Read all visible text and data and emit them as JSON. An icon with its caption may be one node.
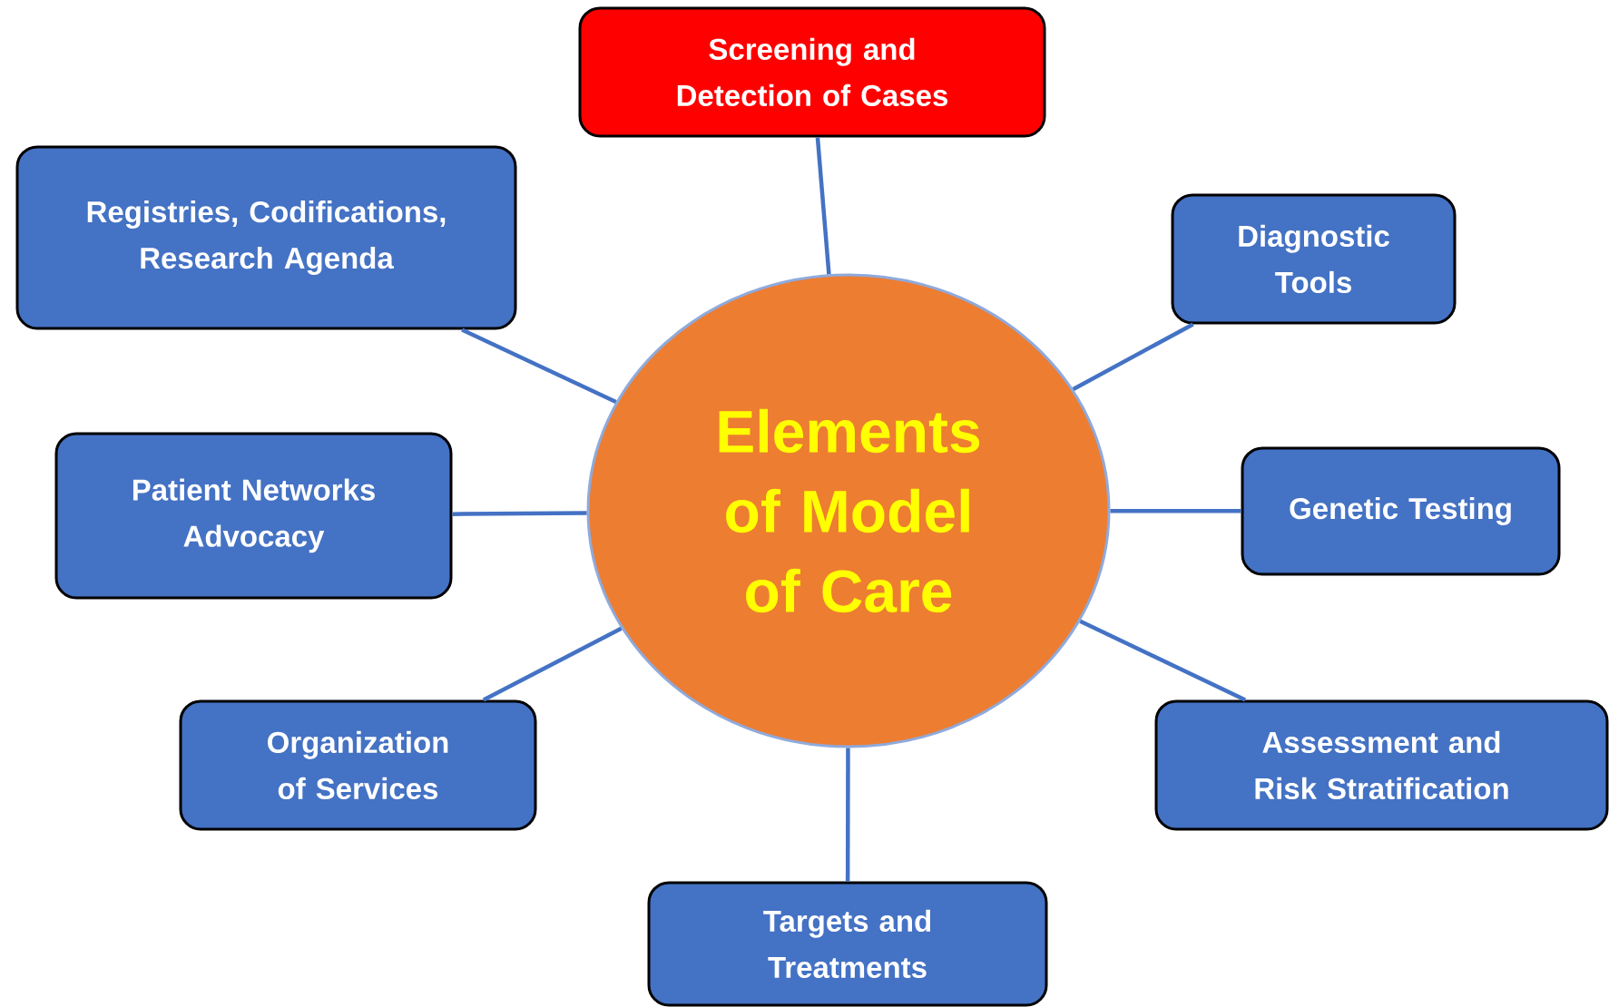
{
  "diagram": {
    "nodes": [
      {
        "text": [
          "Screening and Detection of Cases"
        ]
      },
      {
        "text": [
          "Registries, Codifications, Research Agenda"
        ]
      },
      {
        "text": [
          "Diagnostic Tools"
        ]
      },
      {
        "text": [
          "Elements of Model of Care"
        ]
      },
      {
        "text": [
          "Patient Networks Advocacy"
        ]
      },
      {
        "text": [
          "Genetic Testing"
        ]
      },
      {
        "text": [
          "Organization of Services"
        ]
      },
      {
        "text": [
          "Assessment and Risk Stratification"
        ]
      },
      {
        "text": [
          "Targets and Treatments"
        ]
      }
    ],
    "edges": [
      {
        "from": 3,
        "to": 0,
        "arrow": "none"
      },
      {
        "from": 3,
        "to": 1,
        "arrow": "none"
      },
      {
        "from": 3,
        "to": 2,
        "arrow": "none"
      },
      {
        "from": 3,
        "to": 4,
        "arrow": "none"
      },
      {
        "from": 3,
        "to": 5,
        "arrow": "none"
      },
      {
        "from": 3,
        "to": 6,
        "arrow": "none"
      },
      {
        "from": 3,
        "to": 7,
        "arrow": "none"
      },
      {
        "from": 3,
        "to": 8,
        "arrow": "none"
      }
    ]
  }
}
